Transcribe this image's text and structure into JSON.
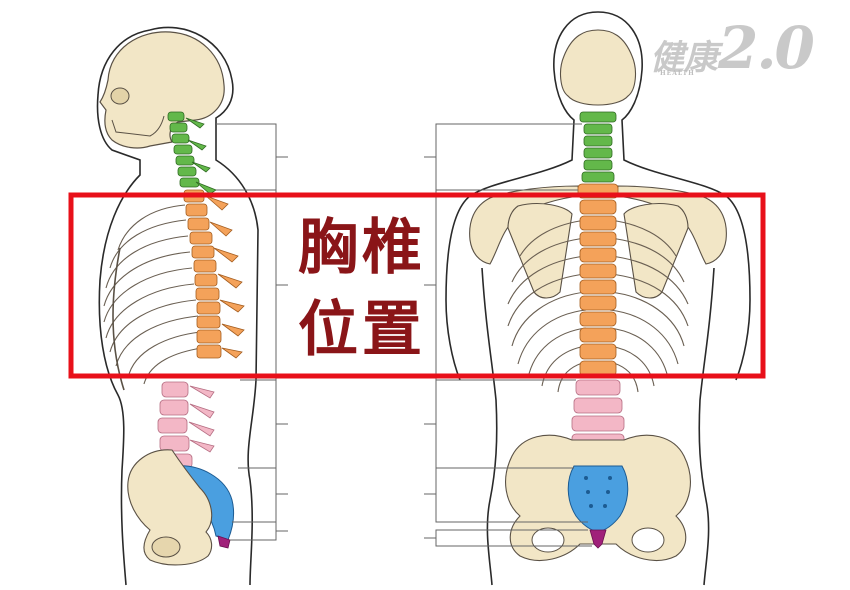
{
  "highlight_label": {
    "line1": "胸椎",
    "line2": "位置"
  },
  "logo": {
    "cjk": "健康",
    "number": "2.0",
    "sub": "HEALTH"
  },
  "figures": [
    {
      "view": "lateral",
      "regions": [
        "cervical",
        "thoracic",
        "lumbar",
        "sacrum",
        "coccyx"
      ]
    },
    {
      "view": "posterior",
      "regions": [
        "cervical",
        "thoracic",
        "lumbar",
        "sacrum",
        "coccyx"
      ]
    }
  ],
  "colors": {
    "bone": "#f2e6c6",
    "bone_outline": "#5a5145",
    "cervical": "#63b84a",
    "thoracic": "#f4a25a",
    "lumbar": "#f3b7c6",
    "sacrum": "#4a9fe0",
    "coccyx": "#a0207a",
    "skin_outline": "#2a2a2a",
    "highlight_box": "#e8101a",
    "label_text": "#8a1518",
    "label_line": "#666666"
  }
}
